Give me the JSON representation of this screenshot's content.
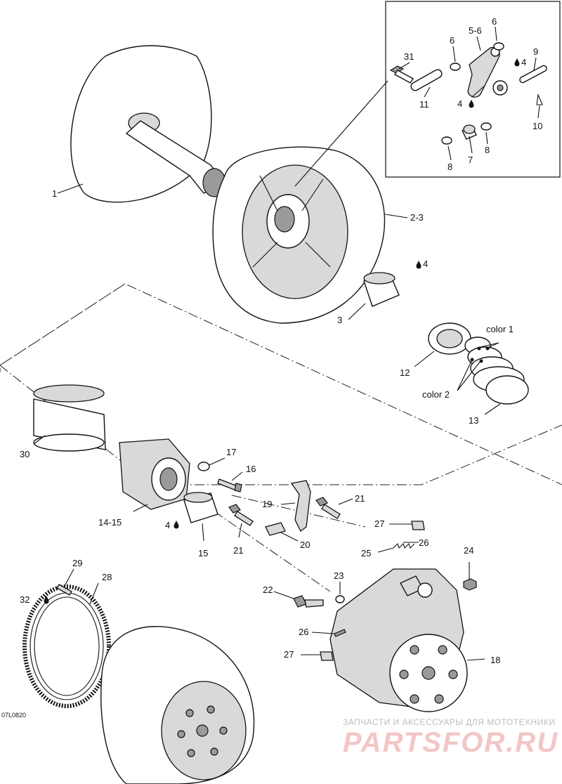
{
  "diagram_code": "07L0820",
  "callouts": {
    "c1": "1",
    "c2_3": "2-3",
    "c3": "3",
    "c4_a": "4",
    "c4_b": "4",
    "c4_c": "4",
    "c4_d": "4",
    "c5_6": "5-6",
    "c6_a": "6",
    "c6_b": "6",
    "c7": "7",
    "c8_a": "8",
    "c8_b": "8",
    "c9": "9",
    "c10": "10",
    "c11": "11",
    "c12": "12",
    "c13": "13",
    "c14_15": "14-15",
    "c15": "15",
    "c16": "16",
    "c17": "17",
    "c18": "18",
    "c19": "19",
    "c20": "20",
    "c21_a": "21",
    "c21_b": "21",
    "c22": "22",
    "c23": "23",
    "c24": "24",
    "c25": "25",
    "c26_a": "26",
    "c26_b": "26",
    "c27_a": "27",
    "c27_b": "27",
    "c28": "28",
    "c29": "29",
    "c30": "30",
    "c31": "31",
    "c32": "32",
    "color1": "color 1",
    "color2": "color 2"
  },
  "watermark": {
    "line1": "ЗАПЧАСТИ И АКСЕССУАРЫ ДЛЯ МОТОТЕХНИКИ",
    "line2": "PARTSFOR.RU"
  }
}
